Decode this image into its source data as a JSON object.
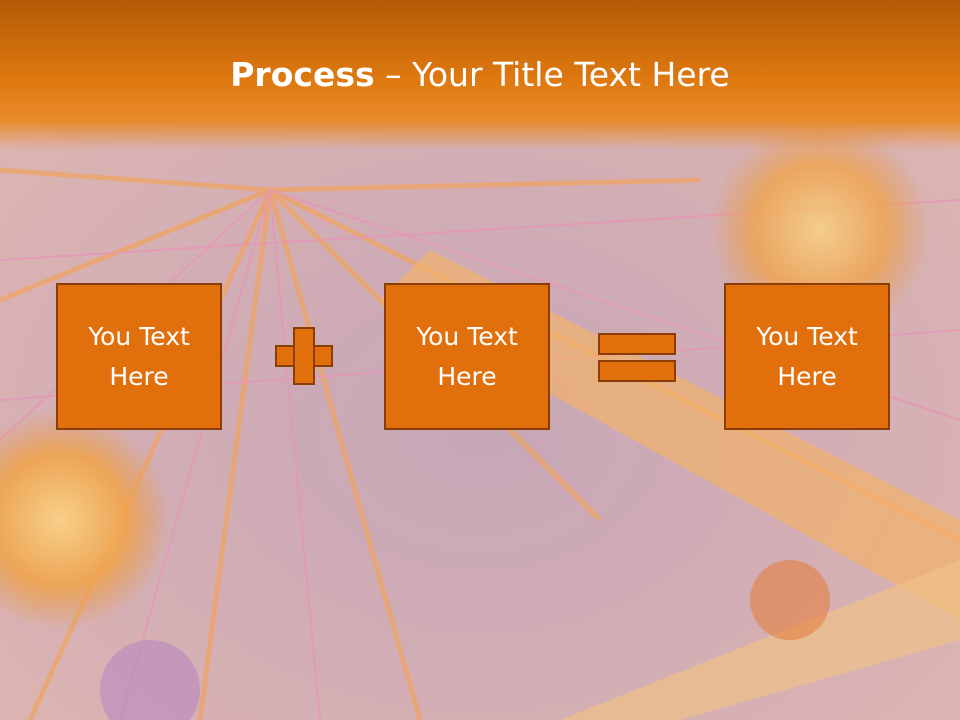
{
  "slide": {
    "title_bold": "Process",
    "title_rest": " – Your Title Text Here",
    "boxes": [
      {
        "text": "You Text\nHere"
      },
      {
        "text": "You Text\nHere"
      },
      {
        "text": "You Text\nHere"
      }
    ],
    "operators": [
      "plus-icon",
      "equals-icon"
    ]
  },
  "colors": {
    "accent": "#e06f0c",
    "accent_border": "#8a3e05",
    "header_dark": "#b35a06",
    "text": "#ffffff"
  }
}
